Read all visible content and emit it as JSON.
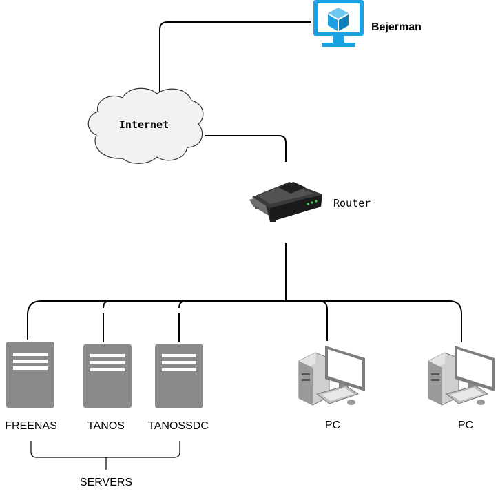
{
  "nodes": {
    "bejerman": {
      "label": "Bejerman"
    },
    "internet": {
      "label": "Internet"
    },
    "router": {
      "label": "Router"
    },
    "freenas": {
      "label": "FREENAS"
    },
    "tanos": {
      "label": "TANOS"
    },
    "tanossdc": {
      "label": "TANOSSDC"
    },
    "pc1": {
      "label": "PC"
    },
    "pc2": {
      "label": "PC"
    }
  },
  "groups": {
    "servers": {
      "label": "SERVERS"
    }
  },
  "colors": {
    "monitor_blue": "#1ba1e2",
    "cloud_fill": "#f2f2f2",
    "server_fill": "#8a8a8a",
    "pc_gray": "#8f8f8f"
  }
}
